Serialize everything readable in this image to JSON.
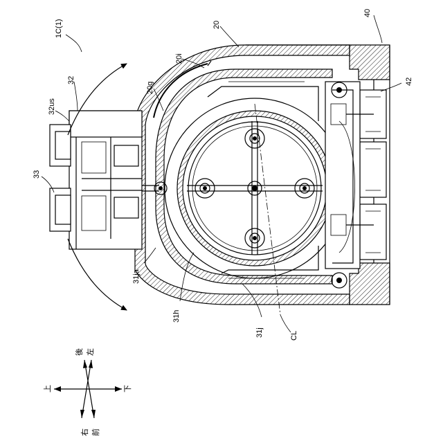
{
  "labels": {
    "figure_ref": "1C(1)",
    "part_20": "20",
    "part_40": "40",
    "part_20i": "20i",
    "part_20g": "20g",
    "part_32us": "32us",
    "part_32": "32",
    "part_42": "42",
    "part_33": "33",
    "part_31ja": "31ja",
    "part_31h": "31h",
    "part_31j": "31j",
    "part_CL": "CL"
  },
  "directions": {
    "up": "上",
    "down": "下",
    "back": "後",
    "left": "左",
    "right": "右",
    "front": "前"
  }
}
